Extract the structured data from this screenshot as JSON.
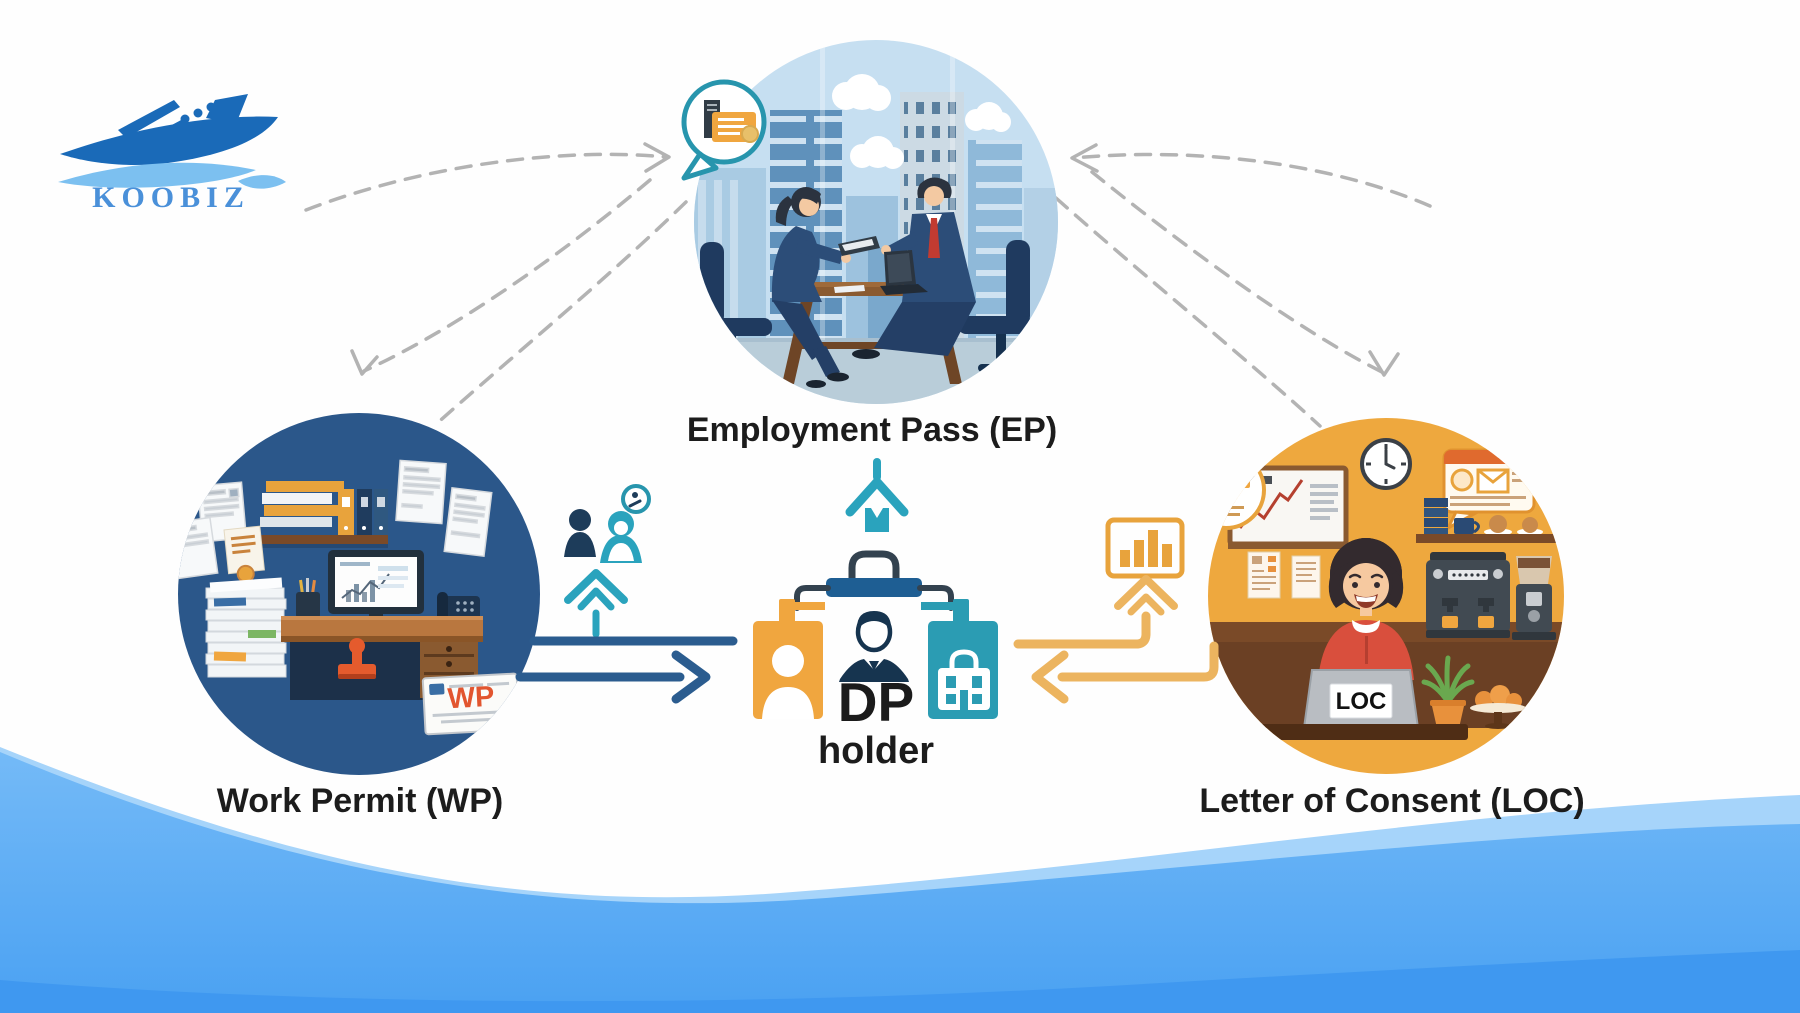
{
  "logo": {
    "text": "KOOBIZ"
  },
  "diagram": {
    "title_ep": "Employment Pass (EP)",
    "title_wp": "Work Permit (WP)",
    "title_loc": "Letter of Consent (LOC)",
    "center_line1": "DP",
    "center_line2": "holder",
    "wp_card_text": "WP",
    "loc_sign_text": "LOC"
  },
  "icons": {
    "left_connector": "people-group-icon, double-chevron-up-icon, right-arrow",
    "right_connector": "bar-chart-icon, double-chevron-up-icon, left-arrow",
    "center": "up-arrow-icon, briefcase-icon, id-badge-icon, person-icon, work-badge-icon"
  },
  "colors": {
    "wp_circle": "#2b578a",
    "loc_circle": "#eea83e",
    "ep_sky": "#c6dff1",
    "teal": "#2aa3bd",
    "navy_arrow": "#2b5c8f",
    "orange_arrow": "#ecb45f",
    "badge_orange": "#f0a63f",
    "badge_teal": "#2b9cb3",
    "wave_blue": "#55a7f3",
    "wave_dark": "#3f98f0",
    "logo_blue": "#4a90d9",
    "dashed_gray": "#b3b3b3",
    "wp_card_red": "#e2552f"
  }
}
